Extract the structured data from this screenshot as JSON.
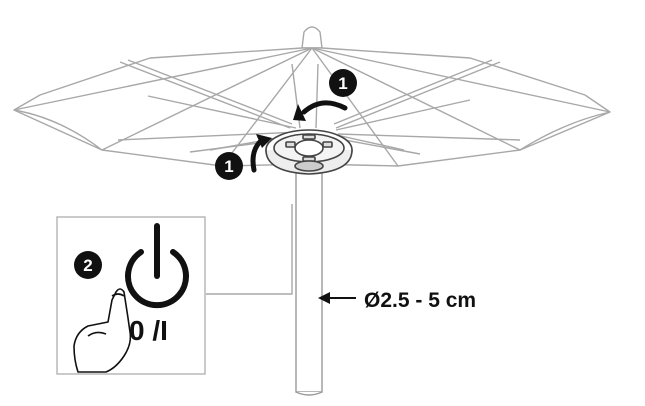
{
  "diagram": {
    "steps": [
      {
        "number": "1",
        "action": "rotate-arrow"
      },
      {
        "number": "1",
        "action": "rotate-arrow"
      },
      {
        "number": "2",
        "action": "press-power"
      }
    ],
    "switch_label": "0 /I",
    "diameter_label": "Ø2.5 - 5 cm",
    "icons": [
      "umbrella-outline",
      "light-ring-unit",
      "power-icon",
      "finger-press-icon",
      "left-arrow"
    ],
    "colors": {
      "outline": "#9a9a9a",
      "badge": "#111111",
      "text": "#111111"
    }
  }
}
